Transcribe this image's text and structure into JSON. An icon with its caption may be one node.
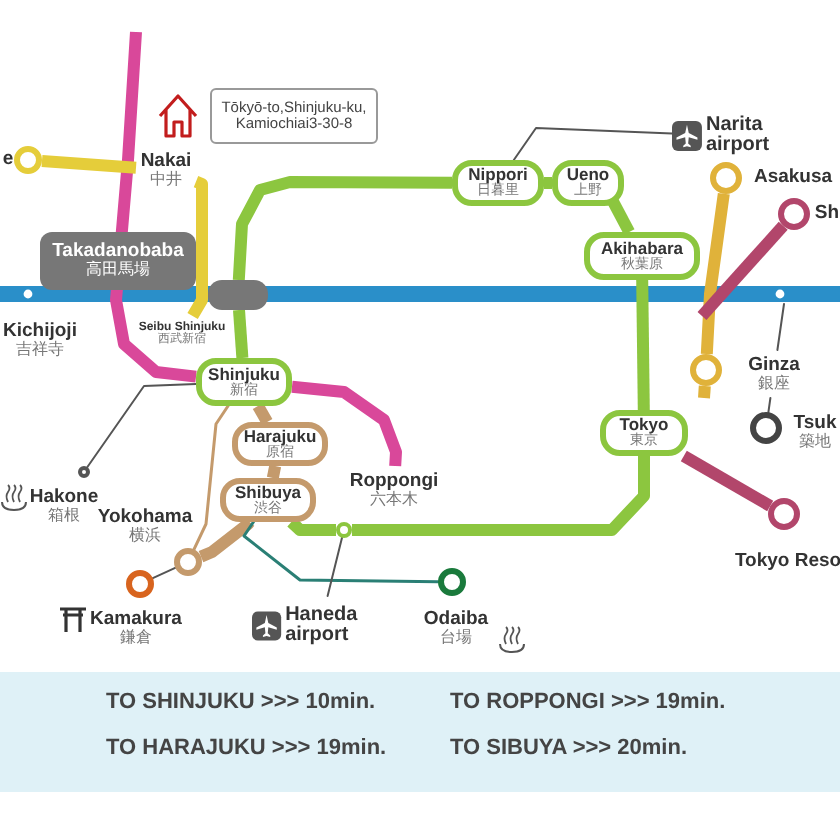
{
  "diagram": {
    "nodes": [
      {
        "text": [
          "Tōkyō-to,Shinjuku-ku, Kamiochiai3-30-8"
        ]
      },
      {
        "text": [
          "e"
        ]
      },
      {
        "text": [
          "Nakai",
          "中井"
        ]
      },
      {
        "text": [
          "Takadanobaba",
          "高田馬場"
        ]
      },
      {
        "text": [
          "Kichijoji",
          "吉祥寺"
        ]
      },
      {
        "text": [
          "Seibu Shinjuku",
          "西武新宿"
        ]
      },
      {
        "text": [
          "Shinjuku",
          "新宿"
        ]
      },
      {
        "text": [
          "Harajuku",
          "原宿"
        ]
      },
      {
        "text": [
          "Shibuya",
          "渋谷"
        ]
      },
      {
        "text": [
          "Roppongi",
          "六本木"
        ]
      },
      {
        "text": [
          "Hakone",
          "箱根"
        ]
      },
      {
        "text": [
          "Yokohama",
          "横浜"
        ]
      },
      {
        "text": [
          "Kamakura",
          "鎌倉"
        ]
      },
      {
        "text": [
          "Haneda airport"
        ]
      },
      {
        "text": [
          "Odaiba",
          "台場"
        ]
      },
      {
        "text": [
          "Nippori",
          "日暮里"
        ]
      },
      {
        "text": [
          "Ueno",
          "上野"
        ]
      },
      {
        "text": [
          "Akihabara",
          "秋葉原"
        ]
      },
      {
        "text": [
          "Narita airport"
        ]
      },
      {
        "text": [
          "Asakusa"
        ]
      },
      {
        "text": [
          "Sh"
        ]
      },
      {
        "text": [
          "Ginza",
          "銀座"
        ]
      },
      {
        "text": [
          "Tsuk",
          "築地"
        ]
      },
      {
        "text": [
          "Tokyo",
          "東京"
        ]
      },
      {
        "text": [
          "Tokyo Reso"
        ]
      },
      {
        "text": [],
        "shape": "circle"
      },
      {
        "text": [],
        "shape": "box"
      },
      {
        "text": [],
        "shape": "circle"
      },
      {
        "text": [],
        "shape": "circle"
      },
      {
        "text": [],
        "shape": "circle"
      },
      {
        "text": [],
        "shape": "circle"
      },
      {
        "text": [],
        "shape": "circle"
      },
      {
        "text": [],
        "shape": "circle"
      },
      {
        "text": [],
        "shape": "circle"
      },
      {
        "text": [],
        "shape": "circle"
      },
      {
        "text": [],
        "shape": "circle"
      },
      {
        "text": [],
        "shape": "circle"
      }
    ],
    "edges": [
      {
        "from": null,
        "to": 6,
        "arrow": "none",
        "color": "#d9489a"
      },
      {
        "from": 6,
        "to": 9,
        "arrow": "none",
        "color": "#d9489a"
      },
      {
        "from": 25,
        "to": 2,
        "arrow": "none",
        "color": "#e5cd3a"
      },
      {
        "from": 2,
        "to": 5,
        "arrow": "none",
        "color": "#e5cd3a"
      },
      {
        "from": 6,
        "to": 26,
        "arrow": "none",
        "color": "#8cc63f"
      },
      {
        "from": 26,
        "to": 15,
        "arrow": "none",
        "color": "#8cc63f"
      },
      {
        "from": 15,
        "to": 16,
        "arrow": "none",
        "color": "#8cc63f"
      },
      {
        "from": 16,
        "to": 17,
        "arrow": "none",
        "color": "#8cc63f"
      },
      {
        "from": 17,
        "to": 23,
        "arrow": "none",
        "color": "#8cc63f"
      },
      {
        "from": 23,
        "to": 30,
        "arrow": "none",
        "color": "#8cc63f"
      },
      {
        "from": 30,
        "to": 8,
        "arrow": "none",
        "color": "#8cc63f"
      },
      {
        "from": 6,
        "to": 7,
        "arrow": "none",
        "color": "#c49a6c"
      },
      {
        "from": 7,
        "to": 8,
        "arrow": "none",
        "color": "#c49a6c"
      },
      {
        "from": 8,
        "to": 27,
        "arrow": "none",
        "color": "#c49a6c"
      },
      {
        "from": 6,
        "to": 27,
        "arrow": "none",
        "color": "#c49a6c"
      },
      {
        "from": 8,
        "to": 29,
        "arrow": "none",
        "color": "#2a7f75"
      },
      {
        "from": 18,
        "to": 15,
        "arrow": "none",
        "color": "#555555"
      },
      {
        "from": 31,
        "to": 6,
        "arrow": "none",
        "color": "#555555"
      },
      {
        "from": 28,
        "to": 27,
        "arrow": "none",
        "color": "#555555"
      },
      {
        "from": 13,
        "to": 30,
        "arrow": "none",
        "color": "#555555"
      },
      {
        "from": 32,
        "to": 34,
        "arrow": "none",
        "color": "#e0b23a"
      },
      {
        "from": 34,
        "to": null,
        "arrow": "none",
        "color": "#e0b23a"
      },
      {
        "from": 33,
        "to": null,
        "arrow": "none",
        "color": "#b2466b"
      },
      {
        "from": null,
        "to": 21,
        "arrow": "none",
        "color": "#555555"
      },
      {
        "from": 21,
        "to": 35,
        "arrow": "none",
        "color": "#555555"
      },
      {
        "from": 23,
        "to": 36,
        "arrow": "none",
        "color": "#b2466b"
      }
    ],
    "labels": [
      "TO SHINJUKU >>> 10min.",
      "TO ROPPONGI >>> 19min.",
      "TO HARAJUKU >>> 19min.",
      "TO SIBUYA >>> 20min."
    ]
  }
}
